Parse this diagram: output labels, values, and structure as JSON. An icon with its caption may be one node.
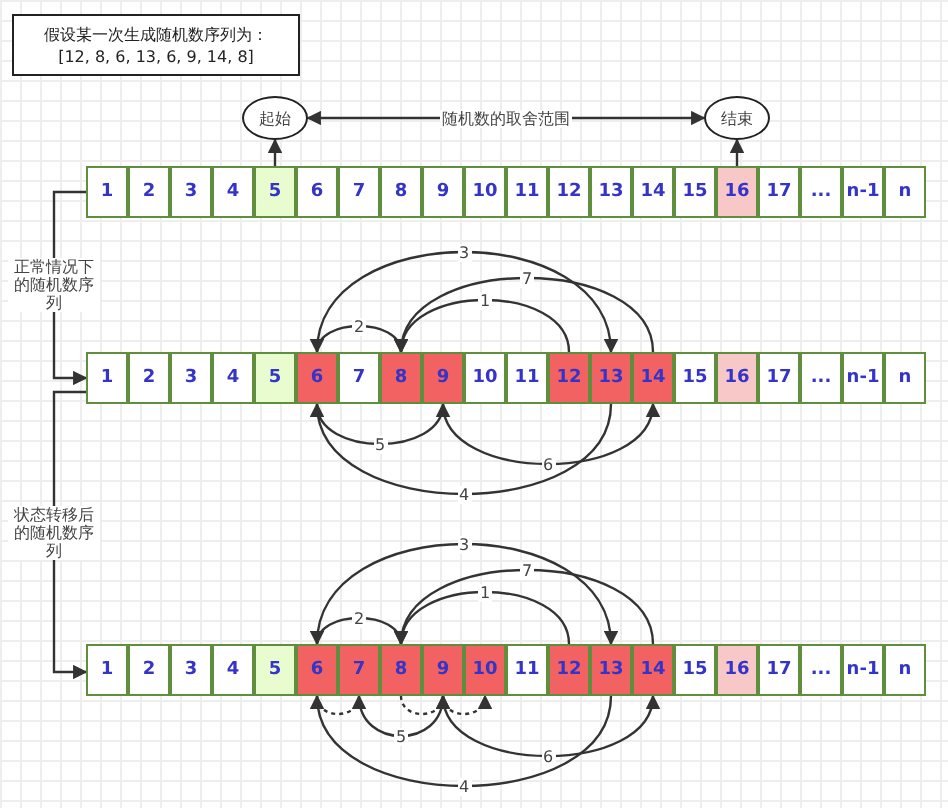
{
  "diagram": {
    "nodes": [
      {
        "text": [
          "假设某一次生成随机数序列为：",
          "[12, 8, 6, 13, 6, 9, 14, 8]"
        ]
      },
      {
        "text": [
          "起始"
        ]
      },
      {
        "text": [
          "结束"
        ]
      },
      {
        "text": [
          "1"
        ]
      },
      {
        "text": [
          "2"
        ]
      },
      {
        "text": [
          "3"
        ]
      },
      {
        "text": [
          "4"
        ]
      },
      {
        "text": [
          "5"
        ]
      },
      {
        "text": [
          "6"
        ]
      },
      {
        "text": [
          "7"
        ]
      },
      {
        "text": [
          "8"
        ]
      },
      {
        "text": [
          "9"
        ]
      },
      {
        "text": [
          "10"
        ]
      },
      {
        "text": [
          "11"
        ]
      },
      {
        "text": [
          "12"
        ]
      },
      {
        "text": [
          "13"
        ]
      },
      {
        "text": [
          "14"
        ]
      },
      {
        "text": [
          "15"
        ]
      },
      {
        "text": [
          "16"
        ]
      },
      {
        "text": [
          "17"
        ]
      },
      {
        "text": [
          "..."
        ]
      },
      {
        "text": [
          "n-1"
        ]
      },
      {
        "text": [
          "n"
        ]
      },
      {
        "text": [
          "1"
        ]
      },
      {
        "text": [
          "2"
        ]
      },
      {
        "text": [
          "3"
        ]
      },
      {
        "text": [
          "4"
        ]
      },
      {
        "text": [
          "5"
        ]
      },
      {
        "text": [
          "6"
        ]
      },
      {
        "text": [
          "7"
        ]
      },
      {
        "text": [
          "8"
        ]
      },
      {
        "text": [
          "9"
        ]
      },
      {
        "text": [
          "10"
        ]
      },
      {
        "text": [
          "11"
        ]
      },
      {
        "text": [
          "12"
        ]
      },
      {
        "text": [
          "13"
        ]
      },
      {
        "text": [
          "14"
        ]
      },
      {
        "text": [
          "15"
        ]
      },
      {
        "text": [
          "16"
        ]
      },
      {
        "text": [
          "17"
        ]
      },
      {
        "text": [
          "..."
        ]
      },
      {
        "text": [
          "n-1"
        ]
      },
      {
        "text": [
          "n"
        ]
      },
      {
        "text": [
          "1"
        ]
      },
      {
        "text": [
          "2"
        ]
      },
      {
        "text": [
          "3"
        ]
      },
      {
        "text": [
          "4"
        ]
      },
      {
        "text": [
          "5"
        ]
      },
      {
        "text": [
          "6"
        ]
      },
      {
        "text": [
          "7"
        ]
      },
      {
        "text": [
          "8"
        ]
      },
      {
        "text": [
          "9"
        ]
      },
      {
        "text": [
          "10"
        ]
      },
      {
        "text": [
          "11"
        ]
      },
      {
        "text": [
          "12"
        ]
      },
      {
        "text": [
          "13"
        ]
      },
      {
        "text": [
          "14"
        ]
      },
      {
        "text": [
          "15"
        ]
      },
      {
        "text": [
          "16"
        ]
      },
      {
        "text": [
          "17"
        ]
      },
      {
        "text": [
          "..."
        ]
      },
      {
        "text": [
          "n-1"
        ]
      },
      {
        "text": [
          "n"
        ]
      }
    ],
    "edges": [
      {
        "from": 7,
        "to": 1,
        "arrow": "to"
      },
      {
        "from": 18,
        "to": 2,
        "arrow": "to"
      },
      {
        "from": 1,
        "to": 2,
        "arrow": "both",
        "label": "随机数的取舍范围"
      },
      {
        "from": 3,
        "to": 23,
        "arrow": "to",
        "label": "正常情况下的随机数序列"
      },
      {
        "from": 23,
        "to": 43,
        "arrow": "to",
        "label": "状态转移后的随机数序列"
      },
      {
        "from": 34,
        "to": 30,
        "arrow": "to",
        "label": "1"
      },
      {
        "from": 30,
        "to": 28,
        "arrow": "to",
        "label": "2"
      },
      {
        "from": 28,
        "to": 35,
        "arrow": "to",
        "label": "3"
      },
      {
        "from": 35,
        "to": 28,
        "arrow": "to",
        "label": "4"
      },
      {
        "from": 28,
        "to": 31,
        "arrow": "to",
        "label": "5"
      },
      {
        "from": 31,
        "to": 36,
        "arrow": "to",
        "label": "6"
      },
      {
        "from": 36,
        "to": 30,
        "arrow": "to",
        "label": "7"
      },
      {
        "from": 54,
        "to": 50,
        "arrow": "to",
        "label": "1"
      },
      {
        "from": 50,
        "to": 48,
        "arrow": "to",
        "label": "2"
      },
      {
        "from": 48,
        "to": 55,
        "arrow": "to",
        "label": "3"
      },
      {
        "from": 55,
        "to": 48,
        "arrow": "to",
        "label": "4"
      },
      {
        "from": 49,
        "to": 51,
        "arrow": "to",
        "label": "5"
      },
      {
        "from": 51,
        "to": 56,
        "arrow": "to",
        "label": "6"
      },
      {
        "from": 56,
        "to": 50,
        "arrow": "to",
        "label": "7"
      },
      {
        "from": 48,
        "to": 49,
        "arrow": "to",
        "style": "dashed"
      },
      {
        "from": 50,
        "to": 51,
        "arrow": "to",
        "style": "dashed"
      },
      {
        "from": 51,
        "to": 52,
        "arrow": "to",
        "style": "dashed"
      }
    ]
  }
}
